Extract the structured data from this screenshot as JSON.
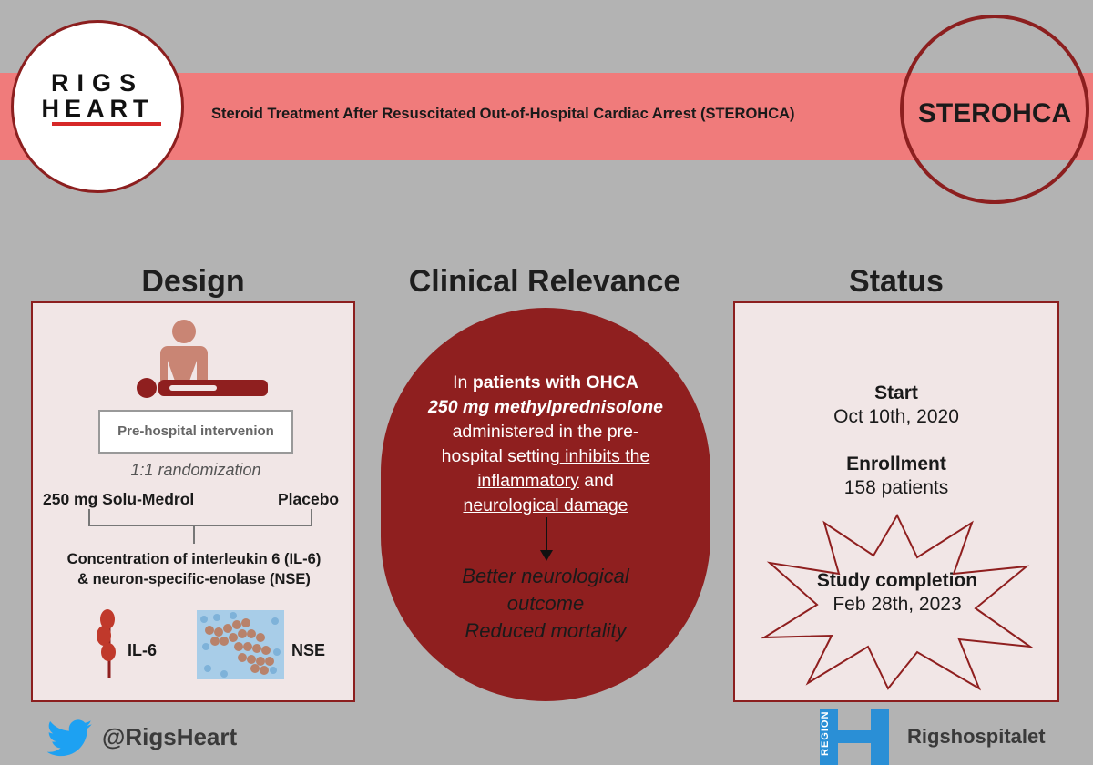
{
  "header": {
    "logo_line1": "RIGS",
    "logo_line2": "HEART",
    "title": "Steroid Treatment After Resuscitated Out-of-Hospital Cardiac Arrest (STEROHCA)",
    "acronym": "STEROHCA"
  },
  "design": {
    "heading": "Design",
    "intervention_label": "Pre-hospital intervenion",
    "randomization": "1:1 randomization",
    "arm_left": "250 mg Solu-Medrol",
    "arm_right": "Placebo",
    "outcome_line1": "Concentration of interleukin 6 (IL-6)",
    "outcome_line2": "& neuron-specific-enolase (NSE)",
    "marker1": "IL-6",
    "marker2": "NSE"
  },
  "clinical": {
    "heading": "Clinical Relevance",
    "in": "In ",
    "population": "patients with OHCA",
    "drug": "250 mg methylprednisolone",
    "admin_1": "administered in the pre-",
    "admin_2": "hospital setting",
    "effect_1": " inhibits the",
    "effect_2": "inflammatory",
    "and": " and",
    "effect_3": "neurological damage",
    "outcome_1": "Better neurological",
    "outcome_2": "outcome",
    "outcome_3": "Reduced mortality"
  },
  "status": {
    "heading": "Status",
    "start_label": "Start",
    "start_value": "Oct 10th, 2020",
    "enrollment_label": "Enrollment",
    "enrollment_value": "158 patients",
    "completion_label": "Study completion",
    "completion_value": "Feb 28th, 2023"
  },
  "footer": {
    "twitter_handle": "@RigsHeart",
    "region_text": "REGION",
    "hospital": "Rigshospitalet"
  },
  "colors": {
    "banner": "#f07b7b",
    "dark_red": "#8f1f1f",
    "background": "#b3b3b3",
    "panel": "#f1e6e6",
    "twitter_blue": "#1da1f2",
    "region_blue": "#2a8fd6"
  }
}
